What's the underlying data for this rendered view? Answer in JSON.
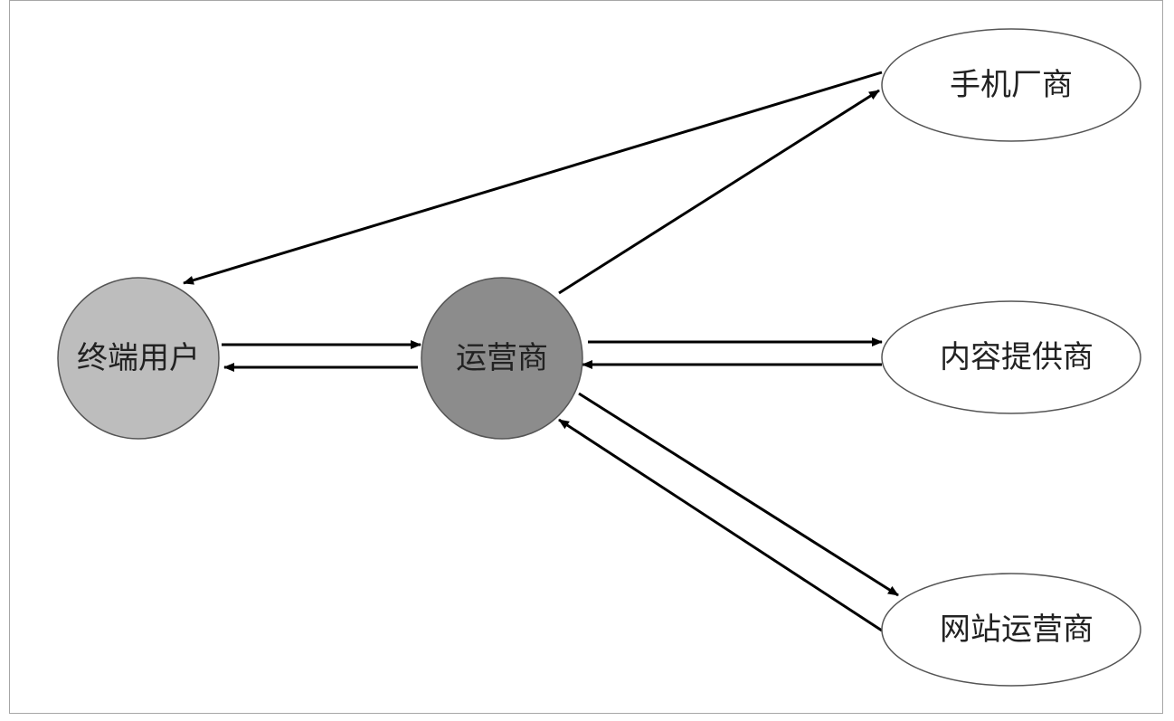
{
  "nodes": {
    "end_user": {
      "label": "终端用户",
      "fill": "#bdbdbd"
    },
    "operator": {
      "label": "运营商",
      "fill": "#8c8c8c"
    },
    "phone_maker": {
      "label": "手机厂商",
      "fill": "#ffffff"
    },
    "content_provider": {
      "label": "内容提供商",
      "fill": "#ffffff"
    },
    "website_operator": {
      "label": "网站运营商",
      "fill": "#ffffff"
    }
  },
  "edges": [
    {
      "from": "end_user",
      "to": "operator"
    },
    {
      "from": "operator",
      "to": "end_user"
    },
    {
      "from": "operator",
      "to": "phone_maker"
    },
    {
      "from": "phone_maker",
      "to": "end_user"
    },
    {
      "from": "operator",
      "to": "content_provider"
    },
    {
      "from": "content_provider",
      "to": "operator"
    },
    {
      "from": "operator",
      "to": "website_operator"
    },
    {
      "from": "website_operator",
      "to": "operator"
    }
  ],
  "colors": {
    "stroke": "#000000",
    "node_border": "#555555",
    "frame_border": "#a6a6a6"
  }
}
